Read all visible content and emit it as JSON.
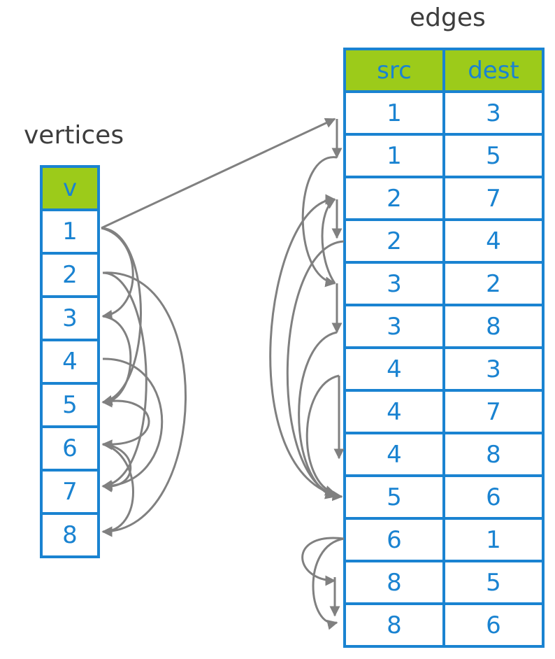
{
  "vertices": {
    "title": "vertices",
    "header": "v",
    "rows": [
      "1",
      "2",
      "3",
      "4",
      "5",
      "6",
      "7",
      "8"
    ]
  },
  "edges": {
    "title": "edges",
    "header_src": "src",
    "header_dest": "dest",
    "rows": [
      {
        "src": "1",
        "dest": "3"
      },
      {
        "src": "1",
        "dest": "5"
      },
      {
        "src": "2",
        "dest": "7"
      },
      {
        "src": "2",
        "dest": "4"
      },
      {
        "src": "3",
        "dest": "2"
      },
      {
        "src": "3",
        "dest": "8"
      },
      {
        "src": "4",
        "dest": "3"
      },
      {
        "src": "4",
        "dest": "7"
      },
      {
        "src": "4",
        "dest": "8"
      },
      {
        "src": "5",
        "dest": "6"
      },
      {
        "src": "6",
        "dest": "1"
      },
      {
        "src": "8",
        "dest": "5"
      },
      {
        "src": "8",
        "dest": "6"
      }
    ]
  },
  "colors": {
    "table_border": "#1a83d1",
    "header_fill": "#9ccb1a",
    "cell_text": "#1a83d1",
    "arrow": "#808080"
  }
}
